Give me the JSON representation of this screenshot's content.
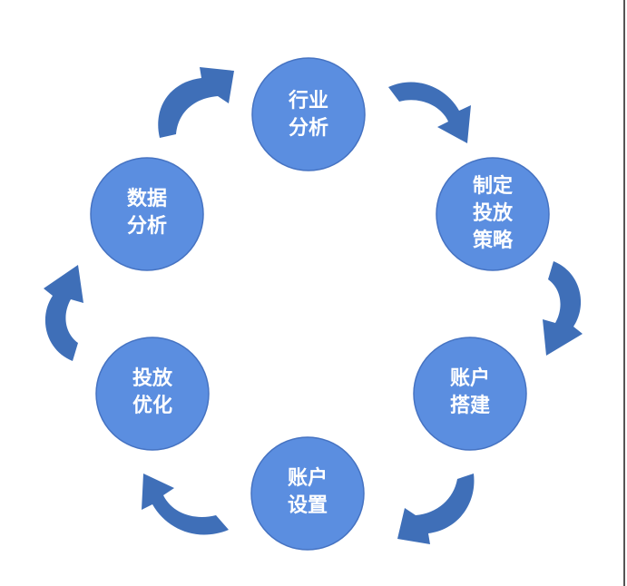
{
  "diagram": {
    "type": "cycle",
    "nodes": [
      {
        "id": "industry-analysis",
        "lines": [
          "行业",
          "分析"
        ]
      },
      {
        "id": "strategy",
        "lines": [
          "制定",
          "投放",
          "策略"
        ]
      },
      {
        "id": "account-build",
        "lines": [
          "账户",
          "搭建"
        ]
      },
      {
        "id": "account-setup",
        "lines": [
          "账户",
          "设置"
        ]
      },
      {
        "id": "optimize",
        "lines": [
          "投放",
          "优化"
        ]
      },
      {
        "id": "data-analysis",
        "lines": [
          "数据",
          "分析"
        ]
      }
    ],
    "edges": [
      {
        "from": "industry-analysis",
        "to": "strategy"
      },
      {
        "from": "strategy",
        "to": "account-build"
      },
      {
        "from": "account-build",
        "to": "account-setup"
      },
      {
        "from": "account-setup",
        "to": "optimize"
      },
      {
        "from": "optimize",
        "to": "data-analysis"
      },
      {
        "from": "data-analysis",
        "to": "industry-analysis"
      }
    ],
    "colors": {
      "node_fill": "#5b8ee0",
      "node_stroke": "#4673c2",
      "arrow_light": "#6a9be6",
      "arrow_dark": "#3f6fb8",
      "text": "#ffffff"
    }
  }
}
